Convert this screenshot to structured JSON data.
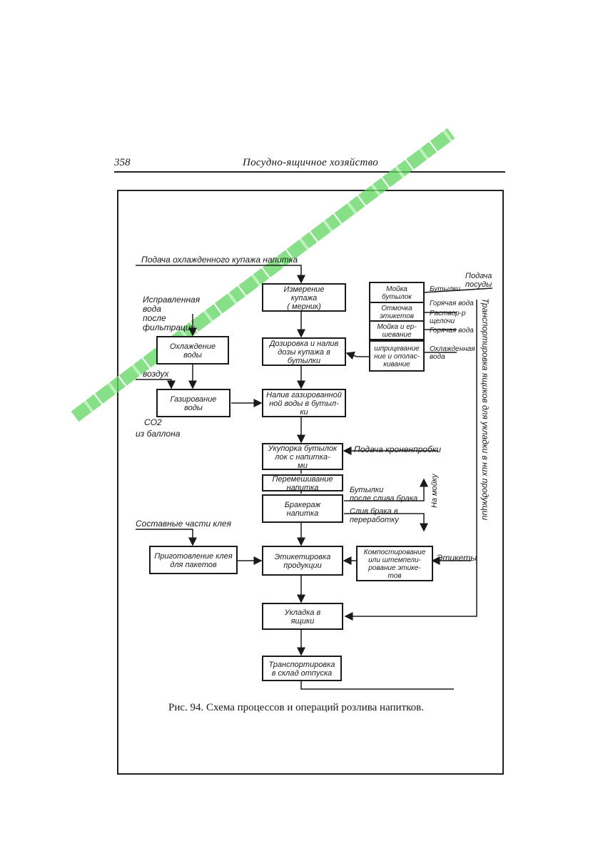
{
  "header": {
    "page_number": "358",
    "running_title": "Посудно-ящичное хозяйство"
  },
  "caption": "Рис. 94. Схема процессов и операций розлива напитков.",
  "diagram": {
    "boxes": {
      "measure": [
        "Измерение",
        "купажа",
        "( мерник)"
      ],
      "dosing": [
        "Дозировка и налив",
        "дозы купажа в",
        "бутылки"
      ],
      "cooling": [
        "Охлаждение",
        "воды"
      ],
      "carbonation": [
        "Газирование",
        "воды"
      ],
      "fill": [
        "Налив газированной",
        "ной воды в бутыл-",
        "ки"
      ],
      "capping": [
        "Укупорка бутылок",
        "лок с напитка-",
        "ми"
      ],
      "mixing": [
        "Перемешивание",
        "напитка"
      ],
      "reject": [
        "Бракераж",
        "напитка"
      ],
      "glue": [
        "Приготовление клея",
        "для пакетов"
      ],
      "labeling": [
        "Этикетировка",
        "продукции"
      ],
      "labelprint": [
        "Компостирование",
        "или штемпели-",
        "рование этике-",
        "тов"
      ],
      "packing": [
        "Укладка в",
        "ящики"
      ],
      "transport": [
        "Транспортировка",
        "в склад отпуска"
      ],
      "wash": [
        "Мойка",
        "бутылок"
      ],
      "soak": [
        "Отмочка",
        "этикетов"
      ],
      "wash2": [
        "Мойка и ер-",
        "шевание"
      ],
      "rinse": [
        "шприцевание",
        "ние и ополас-",
        "кивание"
      ]
    },
    "labels": {
      "supply_blend": "Подача охлажденного купажа напитка",
      "filtered_water": [
        "Исправленная",
        "вода",
        "после",
        "фильтрации"
      ],
      "air": "воздух",
      "co2": "CO2",
      "from_cylinder": "из баллона",
      "crown_caps": "Подача кроненпробки",
      "bottles_after": [
        "Бутылки",
        "после слива брака"
      ],
      "to_wash": "На мойку",
      "drain_reject": [
        "Слив брака в",
        "переработку"
      ],
      "glue_parts": "Составные части клея",
      "labels_in": "Этикеты",
      "supply_dishes": [
        "Подача",
        "посуды"
      ],
      "bottles": "Бутылки",
      "hot_water": "Горячая вода",
      "alkali": [
        "Раствор-р",
        "щелочи"
      ],
      "hot_water2": "Горячая вода",
      "chilled_water": [
        "Охлажденная",
        "вода"
      ],
      "crate_transport": "Транспортировка ящиков для укладки в них продукции"
    }
  }
}
